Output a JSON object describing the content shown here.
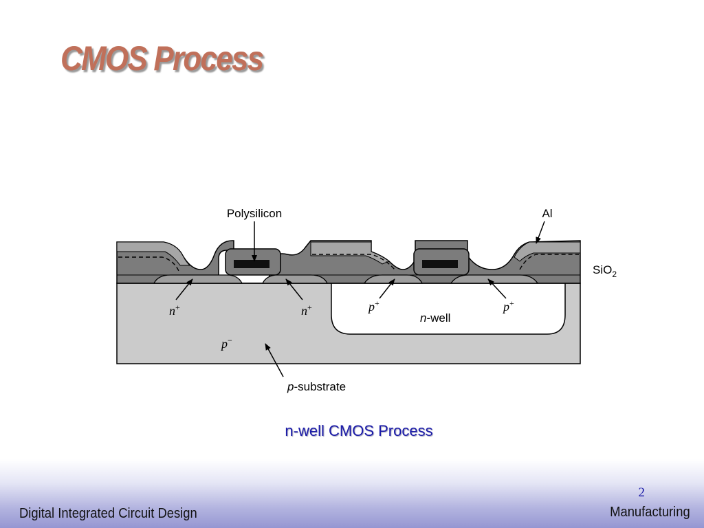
{
  "slide": {
    "title": "CMOS Process",
    "caption": "n-well CMOS Process",
    "page_number": "2",
    "footer_left": "Digital Integrated Circuit Design",
    "footer_right": "Manufacturing"
  },
  "diagram": {
    "labels": {
      "polysilicon": "Polysilicon",
      "aluminum": "Al",
      "oxide_main": "SiO",
      "oxide_sub": "2",
      "n_plus_left": "n",
      "n_plus_right": "n",
      "plus": "+",
      "p_plus_left": "p",
      "p_plus_right": "p",
      "n_well_italic": "n",
      "n_well_rest": "-well",
      "p_minus": "p",
      "minus": "−",
      "p_substrate_italic": "p",
      "p_substrate_rest": "-substrate"
    },
    "colors": {
      "substrate": "#cbcbcb",
      "oxide": "#7c7c7c",
      "diffusion": "#9e9e9e",
      "poly": "#101010",
      "nwell": "#ffffff"
    }
  }
}
